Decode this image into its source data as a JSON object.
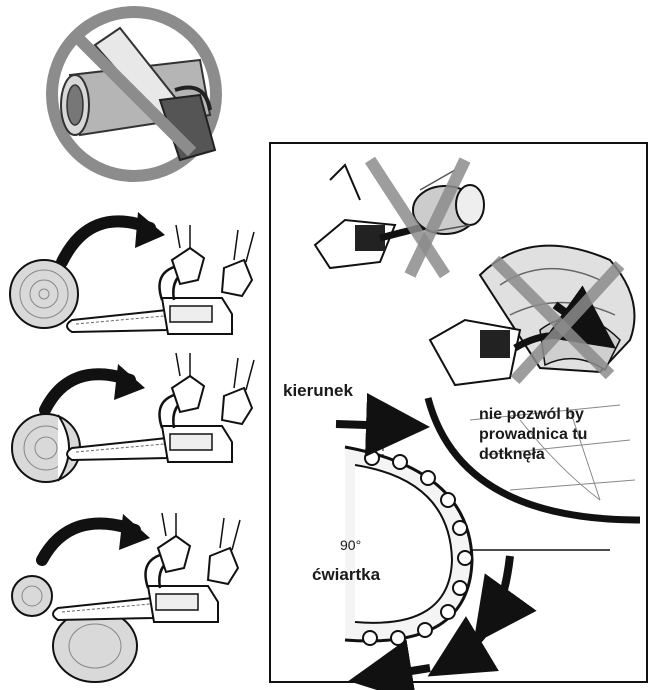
{
  "labels": {
    "direction": "kierunek",
    "warning_lines": [
      "nie pozwól by",
      "prowadnica tu",
      "dotknęła"
    ],
    "angle": "90°",
    "quarter": "ćwiartka"
  },
  "colors": {
    "ink": "#1a1a1a",
    "prohibit_gray": "#8c8c8c",
    "log_gray": "#bdbdbd",
    "dark": "#222222",
    "light_fill": "#e6e6e6"
  },
  "icons": [
    "prohibited-pipe-cut-icon",
    "chainsaw-icon",
    "log-icon",
    "curved-arrow-icon",
    "chain-segment-icon"
  ]
}
